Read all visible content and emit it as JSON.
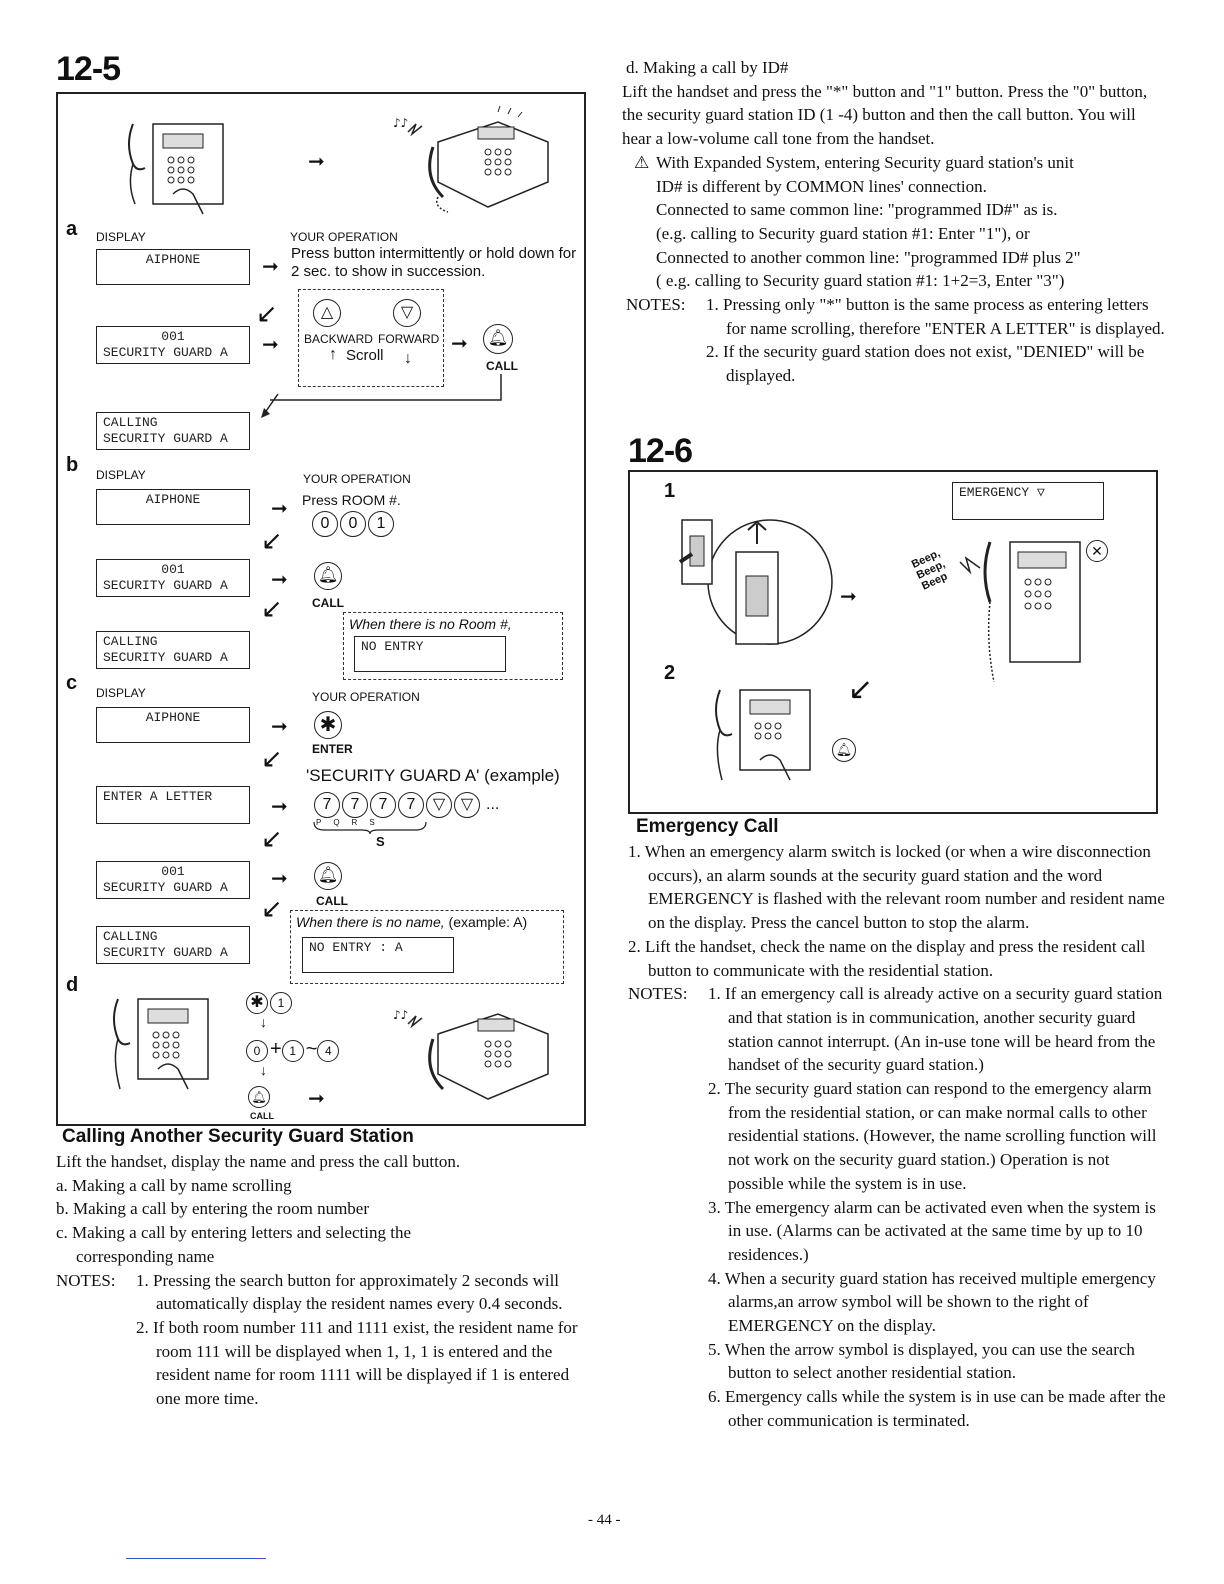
{
  "left": {
    "section_number": "12-5",
    "panel_a": {
      "letter": "a",
      "display_label": "DISPLAY",
      "operation_label": "YOUR OPERATION",
      "lcd1": "AIPHONE",
      "instruction": "Press button intermittently or hold down for 2 sec. to show in succession.",
      "backward_label": "BACKWARD",
      "forward_label": "FORWARD",
      "scroll_label": "Scroll",
      "call_label": "CALL",
      "lcd2_line1": "001",
      "lcd2_line2": "SECURITY GUARD A",
      "lcd3_line1": "CALLING",
      "lcd3_line2": "SECURITY GUARD A"
    },
    "panel_b": {
      "letter": "b",
      "display_label": "DISPLAY",
      "operation_label": "YOUR OPERATION",
      "lcd1": "AIPHONE",
      "instruction": "Press ROOM #.",
      "digits": [
        "0",
        "0",
        "1"
      ],
      "lcd2_line1": "001",
      "lcd2_line2": "SECURITY GUARD A",
      "call_label": "CALL",
      "lcd3_line1": "CALLING",
      "lcd3_line2": "SECURITY GUARD A",
      "no_room_note": "When there is no Room #,",
      "no_entry_lcd": "NO ENTRY"
    },
    "panel_c": {
      "letter": "c",
      "display_label": "DISPLAY",
      "operation_label": "YOUR OPERATION",
      "lcd1": "AIPHONE",
      "enter_label": "ENTER",
      "example_text": "'SECURITY GUARD A' (example)",
      "lcd2": "ENTER A LETTER",
      "key_digits": [
        "7",
        "7",
        "7",
        "7"
      ],
      "key_sub": "PQRS",
      "ellipsis": "...",
      "s_label": "S",
      "lcd3_line1": "001",
      "lcd3_line2": "SECURITY GUARD A",
      "call_label": "CALL",
      "lcd4_line1": "CALLING",
      "lcd4_line2": "SECURITY GUARD A",
      "no_name_note": "When there is no name,",
      "no_name_example": "(example: A)",
      "no_entry_lcd": "NO ENTRY : A"
    },
    "panel_d": {
      "letter": "d",
      "key_one": "1",
      "key_zero": "0",
      "plus": "+",
      "range_start": "1",
      "tilde": "~",
      "range_end": "4",
      "call_label": "CALL"
    },
    "heading": "Calling Another Security Guard Station",
    "intro": "Lift the handset, display the name and press the call button.",
    "items": [
      "a. Making a call by name scrolling",
      "b. Making a call by entering the room number",
      "c. Making a call by entering letters and selecting the",
      "corresponding name"
    ],
    "notes_label": "NOTES:",
    "notes": [
      "1. Pressing the search button for approximately 2 seconds will automatically display the resident names every 0.4 seconds.",
      "2. If both room number 111 and 1111 exist, the resident name for room 111 will be displayed when 1, 1, 1 is entered and the resident name for room 1111 will be displayed if 1 is entered one more time."
    ]
  },
  "right": {
    "d_title": "d. Making a call by ID#",
    "d_para": "Lift the handset and press the \"*\" button and \"1\" button. Press the \"0\" button, the security guard station ID (1 -4) button and then the call button. You will hear a low-volume call tone from the handset.",
    "warning_lines": [
      "With Expanded System, entering Security guard station's unit",
      "ID# is different by COMMON lines' connection.",
      "Connected to same common line: \"programmed ID#\" as is.",
      "(e.g. calling to Security guard station #1: Enter \"1\"), or",
      "Connected to another common line: \"programmed ID# plus 2\"",
      "( e.g. calling to Security guard station #1: 1+2=3, Enter \"3\")"
    ],
    "notes_label": "NOTES:",
    "d_notes": [
      "1. Pressing only \"*\" button is the same process as entering letters for name scrolling, therefore \"ENTER A LETTER\" is displayed.",
      "2. If the security guard station does not exist, \"DENIED\" will be displayed."
    ],
    "section_number": "12-6",
    "fig_step1": "1",
    "fig_step2": "2",
    "emergency_lcd": "EMERGENCY",
    "emergency_arrow": "▽",
    "beep_text": [
      "Beep,",
      "Beep,",
      "Beep"
    ],
    "heading": "Emergency Call",
    "steps": [
      "1. When an emergency alarm switch is locked (or when a wire disconnection occurs), an alarm sounds at the security guard station and the word EMERGENCY is flashed with the relevant room number and resident name on the display. Press the cancel button to stop the alarm.",
      "2. Lift the handset, check the name on the display and press the resident call button to communicate with the residential station."
    ],
    "notes": [
      "1. If an emergency call is already active on a security guard station and that station is in communication, another security guard station cannot interrupt. (An in-use tone will be heard from the handset of the security guard station.)",
      "2. The security guard station can respond to the emergency alarm from the residential station, or can make normal calls to other residential stations. (However, the name scrolling function will not work on the security guard station.) Operation is not possible while the system is in use.",
      "3. The emergency alarm can be activated even when the system is in use. (Alarms can be activated at the same time by up to 10 residences.)",
      "4. When a security guard station has received multiple emergency alarms,an arrow symbol will be shown to the right of EMERGENCY on the display.",
      "5. When the arrow symbol is displayed, you can use the search button to select another residential station.",
      "6. Emergency calls while the system is in use can be made after the other communication is terminated."
    ]
  },
  "page_number": "- 44 -"
}
